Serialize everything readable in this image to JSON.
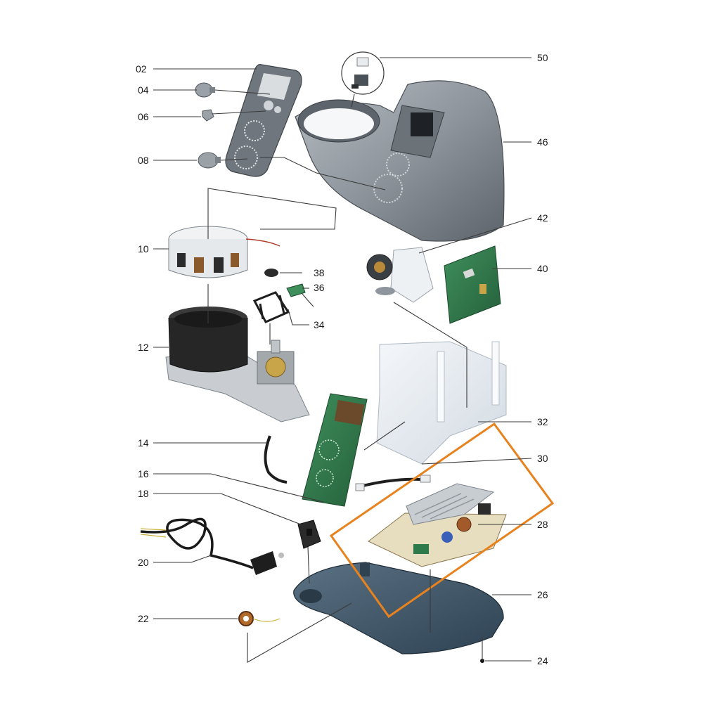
{
  "parts": [
    {
      "id": "02",
      "name": "control-panel-overlay"
    },
    {
      "id": "04",
      "name": "knob-small"
    },
    {
      "id": "06",
      "name": "knob-tiny"
    },
    {
      "id": "08",
      "name": "knob-large"
    },
    {
      "id": "10",
      "name": "motor-stator-ring"
    },
    {
      "id": "12",
      "name": "motor-housing"
    },
    {
      "id": "14",
      "name": "ribbon-cable"
    },
    {
      "id": "16",
      "name": "display-control-board"
    },
    {
      "id": "18",
      "name": "cord-clip"
    },
    {
      "id": "20",
      "name": "power-cord"
    },
    {
      "id": "22",
      "name": "ferrite-toroid"
    },
    {
      "id": "24",
      "name": "foot-screw"
    },
    {
      "id": "26",
      "name": "base-plate"
    },
    {
      "id": "28",
      "name": "power-board"
    },
    {
      "id": "30",
      "name": "wire-harness"
    },
    {
      "id": "32",
      "name": "internal-frame"
    },
    {
      "id": "34",
      "name": "bracket"
    },
    {
      "id": "36",
      "name": "sensor-board"
    },
    {
      "id": "38",
      "name": "grommet"
    },
    {
      "id": "40",
      "name": "main-pcb"
    },
    {
      "id": "42",
      "name": "fan-assembly"
    },
    {
      "id": "46",
      "name": "top-housing"
    },
    {
      "id": "50",
      "name": "switch-detail"
    }
  ],
  "highlight": {
    "color": "#e8821e",
    "part": "28"
  },
  "colors": {
    "housing": "#8e959c",
    "housing_dark": "#5d646b",
    "pcb": "#2f7a4a",
    "frame": "#e6ecf2",
    "base": "#3f5566",
    "motor": "#2b2b2b"
  }
}
